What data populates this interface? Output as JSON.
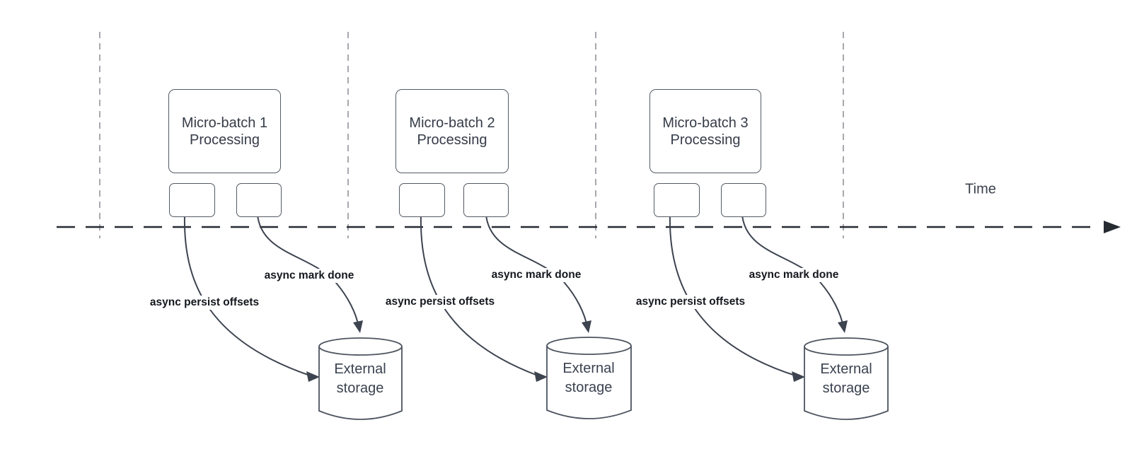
{
  "colors": {
    "background": "#ffffff",
    "shape_stroke": "#545a64",
    "connector_stroke": "#3d4450",
    "timeline_stroke": "#262a31",
    "gridline_stroke": "#a6a9ae",
    "shape_text": "#353c48",
    "bold_label_text": "#14171d"
  },
  "diagram": {
    "time_axis_label": "Time",
    "panels": [
      {
        "box_title": "Micro-batch 1",
        "box_subtitle": "Processing",
        "persist_arrow_label": "async persist offsets",
        "mark_done_arrow_label": "async mark done",
        "storage_title": "External",
        "storage_subtitle": "storage"
      },
      {
        "box_title": "Micro-batch 2",
        "box_subtitle": "Processing",
        "persist_arrow_label": "async persist offsets",
        "mark_done_arrow_label": "async mark done",
        "storage_title": "External",
        "storage_subtitle": "storage"
      },
      {
        "box_title": "Micro-batch 3",
        "box_subtitle": "Processing",
        "persist_arrow_label": "async persist offsets",
        "mark_done_arrow_label": "async mark done",
        "storage_title": "External",
        "storage_subtitle": "storage"
      }
    ]
  }
}
